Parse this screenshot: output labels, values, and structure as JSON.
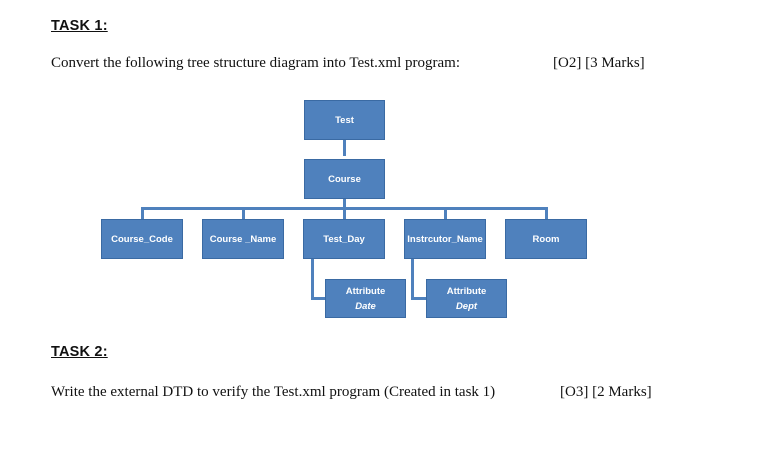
{
  "task1": {
    "heading": "TASK 1:",
    "instruction": "Convert the following tree structure diagram into Test.xml program:",
    "marks_prefix": "[",
    "marks": "O2] [3 Marks]"
  },
  "diagram": {
    "root": "Test",
    "course": "Course",
    "children": [
      "Course_Code",
      "Course _Name",
      "Test_Day",
      "Instrcutor_Name",
      "Room"
    ],
    "attr1": {
      "label": "Attribute",
      "value": "Date"
    },
    "attr2": {
      "label": "Attribute",
      "value": "Dept"
    },
    "color": "#4f81bd"
  },
  "task2": {
    "heading": "TASK 2:",
    "instruction": "Write the external DTD to verify the Test.xml program (Created in task 1)",
    "marks_prefix": "[",
    "marks": "O3] [2 Marks]"
  }
}
